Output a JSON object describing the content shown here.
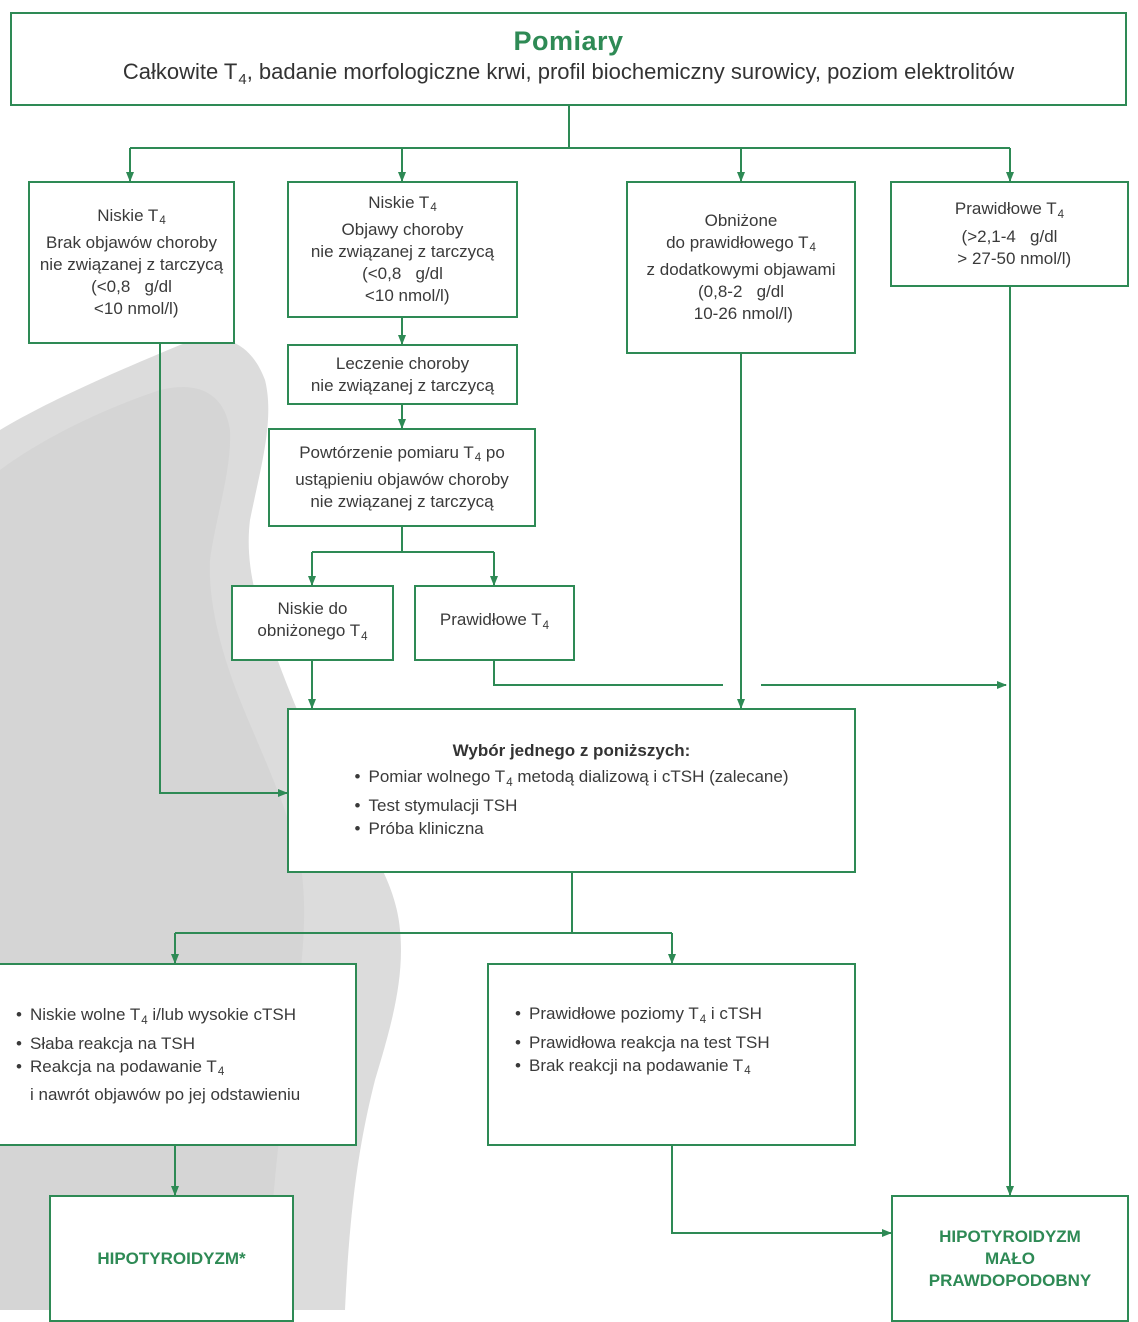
{
  "colors": {
    "accent": "#2e8a55",
    "text": "#3a3a3a",
    "silhouette": "#d8d8d8"
  },
  "header": {
    "title": "Pomiary",
    "subtitle_pre": "Całkowite T",
    "subtitle_sub": "4",
    "subtitle_post": ", badanie morfologiczne krwi, profil biochemiczny surowicy, poziom elektrolitów"
  },
  "boxes": {
    "low_no_symptoms": [
      {
        "text": "Niskie T",
        "sub": "4"
      },
      {
        "text": "Brak objawów choroby"
      },
      {
        "text": "nie związanej z tarczycą"
      },
      {
        "text": "(<0,8   g/dl"
      },
      {
        "text": "  <10 nmol/l)"
      }
    ],
    "low_with_symptoms": [
      {
        "text": "Niskie T",
        "sub": "4"
      },
      {
        "text": "Objawy choroby"
      },
      {
        "text": "nie związanej z tarczycą"
      },
      {
        "text": "(<0,8   g/dl"
      },
      {
        "text": "  <10 nmol/l)"
      }
    ],
    "reduced": [
      {
        "text": "Obniżone"
      },
      {
        "text": "do prawidłowego T",
        "sub": "4"
      },
      {
        "text": "z dodatkowymi objawami"
      },
      {
        "text": "(0,8-2   g/dl"
      },
      {
        "text": " 10-26 nmol/l)"
      }
    ],
    "normal": [
      {
        "text": "Prawidłowe T",
        "sub": "4"
      },
      {
        "text": "(>2,1-4   g/dl"
      },
      {
        "text": "  > 27-50 nmol/l)"
      }
    ],
    "treatment": [
      {
        "text": "Leczenie choroby"
      },
      {
        "text": "nie związanej z tarczycą"
      }
    ],
    "repeat": [
      {
        "text": "Powtórzenie pomiaru T",
        "sub": "4",
        "post": " po"
      },
      {
        "text": "ustąpieniu objawów choroby"
      },
      {
        "text": "nie związanej z tarczycą"
      }
    ],
    "low_reduced": [
      {
        "text": "Niskie do"
      },
      {
        "text": "obniżonego T",
        "sub": "4"
      }
    ],
    "normal_small": [
      {
        "text": "Prawidłowe T",
        "sub": "4"
      }
    ]
  },
  "choice": {
    "title": "Wybór jednego z poniższych:",
    "items": [
      {
        "text": "Pomiar wolnego T",
        "sub": "4",
        "post": " metodą dializową i cTSH (zalecane)"
      },
      {
        "text": "Test  stymulacji TSH"
      },
      {
        "text": "Próba kliniczna"
      }
    ]
  },
  "result_left": {
    "items": [
      {
        "text": "Niskie wolne T",
        "sub": "4",
        "post": " i/lub wysokie cTSH"
      },
      {
        "text": "Słaba reakcja na TSH"
      },
      {
        "text": "Reakcja na podawanie T",
        "sub": "4"
      }
    ],
    "continuation": "i nawrót objawów po jej odstawieniu"
  },
  "result_right": {
    "items": [
      {
        "text": "Prawidłowe poziomy T",
        "sub": "4",
        "post": " i cTSH"
      },
      {
        "text": "Prawidłowa reakcja na test TSH"
      },
      {
        "text": "Brak reakcji na podawanie T",
        "sub": "4"
      }
    ]
  },
  "outcomes": {
    "hypo": "HIPOTYROIDYZM*",
    "unlikely": [
      "HIPOTYROIDYZM",
      "MAŁO",
      "PRAWDOPODOBNY"
    ]
  }
}
